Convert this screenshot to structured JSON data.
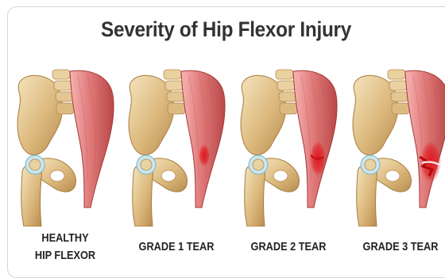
{
  "title": "Severity of Hip Flexor Injury",
  "colors": {
    "bone_light": "#efd9a8",
    "bone_mid": "#d9b57a",
    "bone_dark": "#b58a4c",
    "cartilage": "#bfe2ea",
    "muscle_light": "#f4a0a0",
    "muscle_mid": "#de6d6d",
    "muscle_dark": "#b84040",
    "tear": "#e0141b"
  },
  "panels": [
    {
      "label_lines": [
        "HEALTHY",
        "HIP FLEXOR"
      ],
      "tear_severity": 0
    },
    {
      "label_lines": [
        "GRADE 1 TEAR"
      ],
      "tear_severity": 1
    },
    {
      "label_lines": [
        "GRADE 2 TEAR"
      ],
      "tear_severity": 2
    },
    {
      "label_lines": [
        "GRADE 3 TEAR"
      ],
      "tear_severity": 3
    }
  ]
}
